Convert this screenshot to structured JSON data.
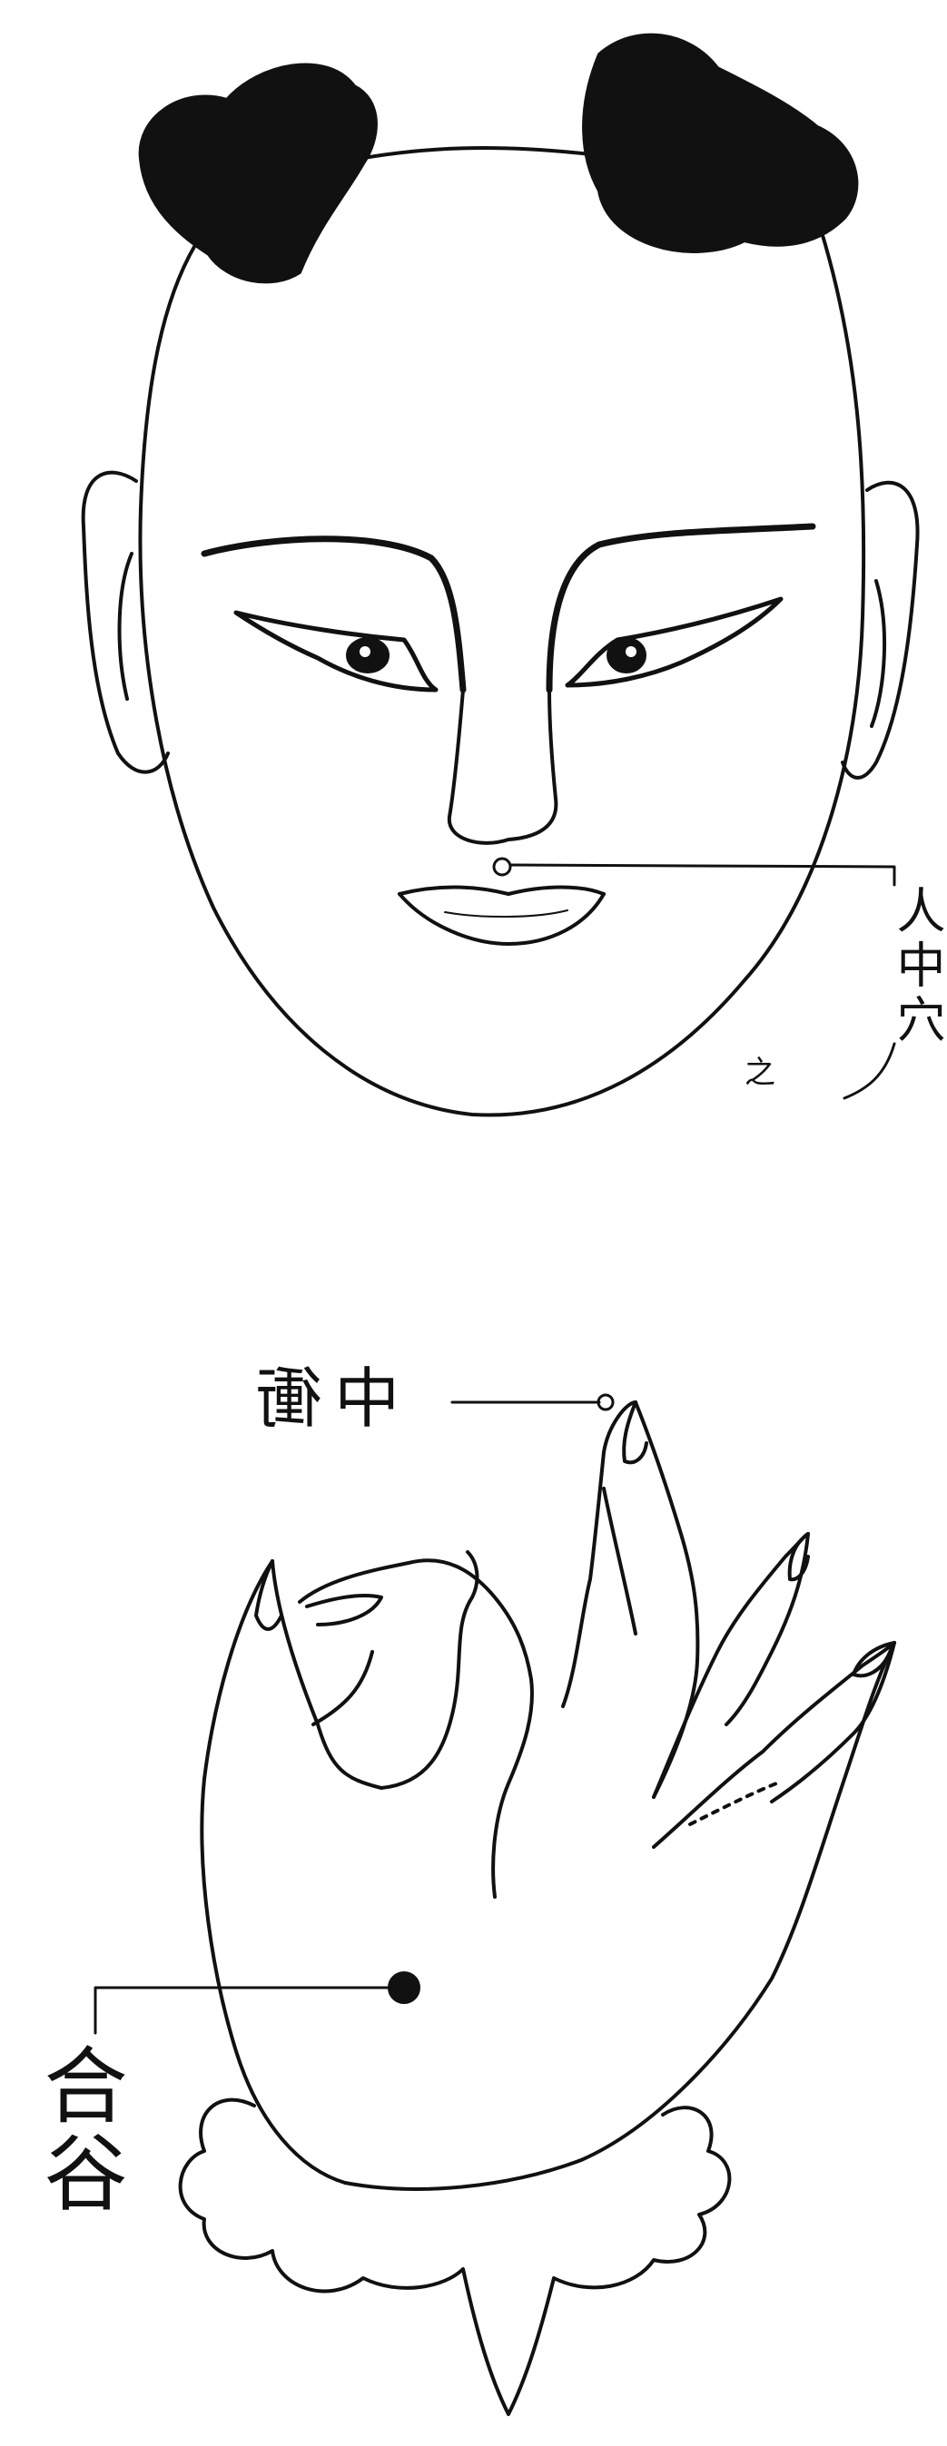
{
  "labels": {
    "renzhong": "人中穴",
    "renzhong_note": "之",
    "zhongchong": "中衝",
    "hegu": "合谷"
  },
  "colors": {
    "ink": "#111111",
    "paper": "#ffffff"
  }
}
